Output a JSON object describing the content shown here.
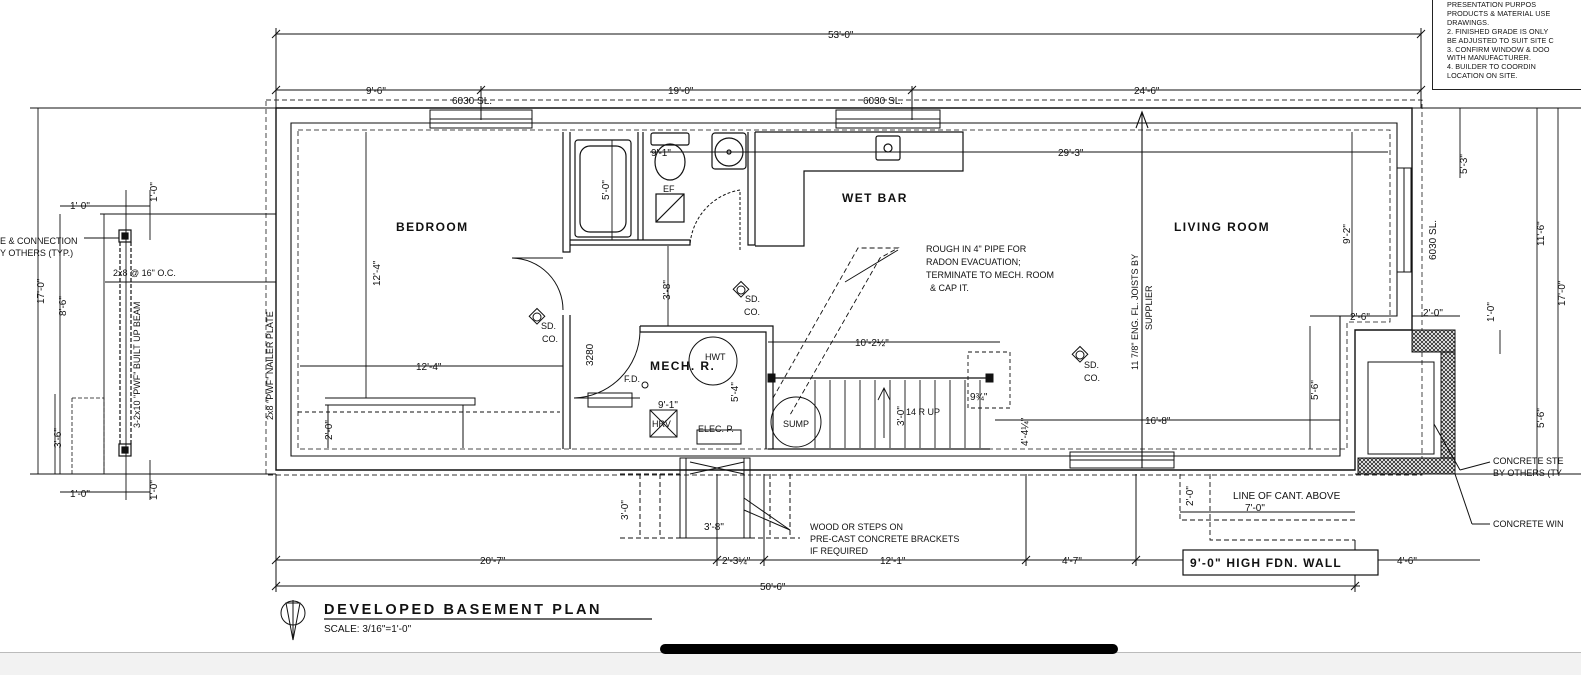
{
  "notes": [
    "PRESENTATION    PURPOS",
    "PRODUCTS & MATERIAL USE",
    "DRAWINGS.",
    "2. FINISHED GRADE IS ONLY",
    "BE ADJUSTED TO SUIT SITE C",
    "3. CONFIRM WINDOW & DOO",
    "WITH MANUFACTURER.",
    "4.  BUILDER   TO   COORDIN",
    "LOCATION ON SITE."
  ],
  "rooms": {
    "bedroom": "BEDROOM",
    "wet_bar": "WET BAR",
    "living_room": "LIVING ROOM",
    "mech_room": "MECH. R."
  },
  "windows": {
    "w1": "6030 SL.",
    "w2": "6030 SL.",
    "w3": "6030 SL."
  },
  "dims": {
    "overall_top": "53'-0\"",
    "top_a": "9'-6\"",
    "top_b": "19'-0\"",
    "top_c": "24'-6\"",
    "bath_h": "5'-0\"",
    "bath_w": "9'-1\"",
    "wetbar_w": "29'-3\"",
    "bed_h": "12'-4\"",
    "bed_w": "12'-4\"",
    "hall": "3'-8\"",
    "closet": "3280",
    "stair_len": "10'-2½\"",
    "mech_a": "5'-4\"",
    "mech_b": "9'-1\"",
    "stair_w": "3'-0\"",
    "small_a": "9¾\"",
    "small_b": "4'-4¼\"",
    "bed_low": "2'-0\"",
    "living_h": "9'-2\"",
    "living_a": "2'-6\"",
    "living_b": "5'-6\"",
    "living_w": "16'-8\"",
    "right_a": "5'-3\"",
    "right_b": "11'-6\"",
    "right_c": "17'-0\"",
    "right_d": "5'-6\"",
    "right_e": "2'-0\"",
    "right_f": "1'-0\"",
    "left_a": "17'-0\"",
    "left_b": "8'-6\"",
    "left_c": "3'-6\"",
    "col_a": "1'-0\"",
    "col_b": "1'-0\"",
    "col_c": "1'-0\"",
    "col_d": "1'-0\"",
    "bot_a": "20'-7\"",
    "bot_b": "2'-3¼\"",
    "bot_c": "12'-1\"",
    "bot_d": "4'-7\"",
    "bot_e": "4'-6\"",
    "overall_bot": "50'-6\"",
    "step_a": "3'-0\"",
    "step_b": "3'-8\"",
    "cant_a": "2'-0\"",
    "cant_b": "7'-0\""
  },
  "labels": {
    "ef": "EF",
    "sd1": "SD.",
    "co1": "CO.",
    "sd2": "SD.",
    "co2": "CO.",
    "sd3": "SD.",
    "co3": "CO.",
    "hwt": "HWT",
    "fd": "F.D.",
    "hrv": "HRV",
    "elec": "ELEC. P.",
    "sump": "SUMP",
    "riser": "14 R UP",
    "radon1": "ROUGH IN 4\" PIPE FOR",
    "radon2": "RADON EVACUATION;",
    "radon3": "TERMINATE TO MECH. ROOM",
    "radon4": "& CAP IT.",
    "joist1": "11 7/8\" ENG. FL. JOISTS BY",
    "joist2": "SUPPLIER",
    "nailer": "2x8 \"PWF\" NAILER PLATE",
    "beam": "3-2x10 \"PWF\" BUILT UP BEAM",
    "joist_spacing": "2x8 @ 16\" O.C.",
    "conn1": "E & CONNECTION",
    "conn2": "Y OTHERS (TYP.)",
    "steps1": "WOOD OR  STEPS ON",
    "steps2": "PRE-CAST CONCRETE BRACKETS",
    "steps3": "IF REQUIRED",
    "cant": "LINE OF CANT. ABOVE",
    "fdn": "9'-0\" HIGH FDN. WALL",
    "conc1": "CONCRETE STE",
    "conc2": "BY OTHERS (TY",
    "conc3": "CONCRETE WIN",
    "plan_title": "DEVELOPED BASEMENT PLAN",
    "scale": "SCALE: 3/16\"=1'-0\""
  }
}
